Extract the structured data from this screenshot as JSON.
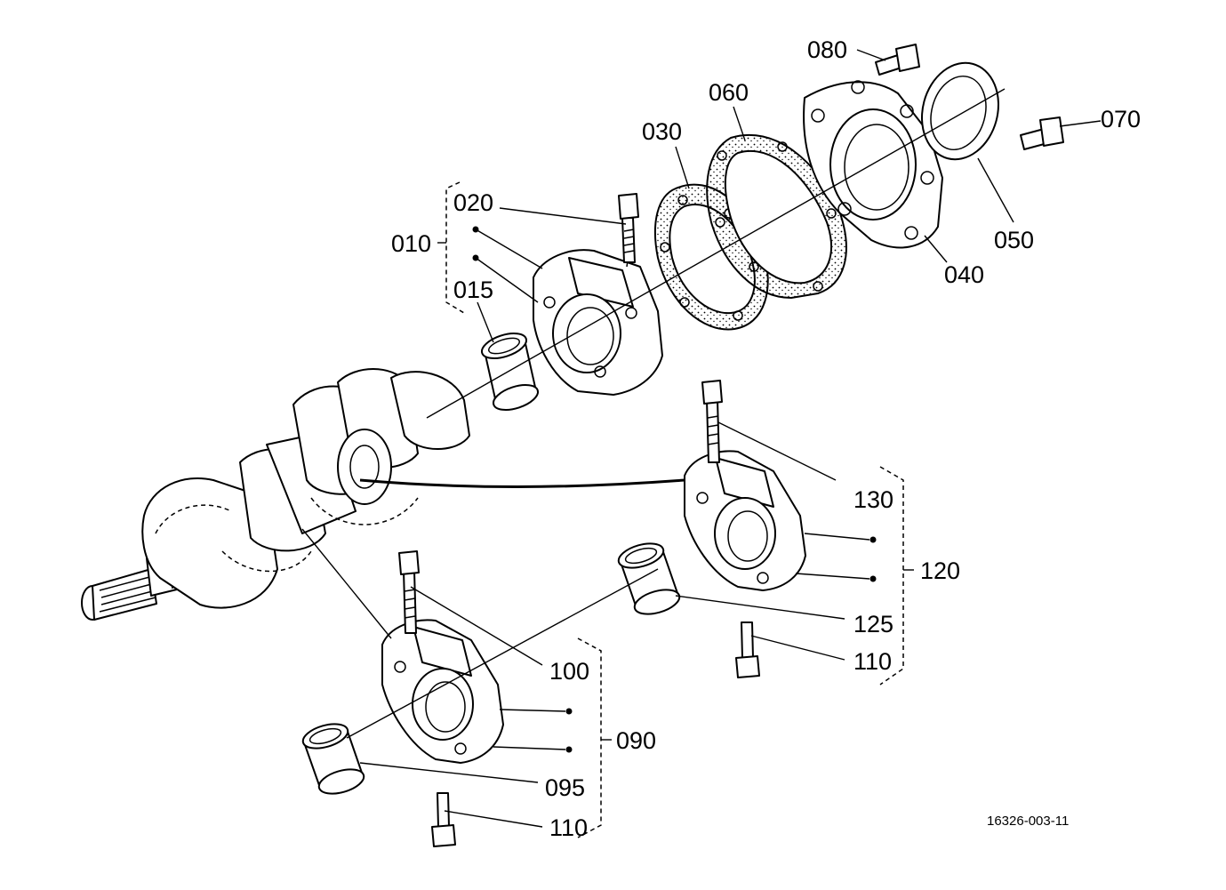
{
  "labels": {
    "p010": "010",
    "p015": "015",
    "p020": "020",
    "p030": "030",
    "p040": "040",
    "p050": "050",
    "p060": "060",
    "p070": "070",
    "p080": "080",
    "p090": "090",
    "p095": "095",
    "p100": "100",
    "p110a": "110",
    "p110b": "110",
    "p120": "120",
    "p125": "125",
    "p130": "130"
  },
  "reference_code": "16326-003-11"
}
